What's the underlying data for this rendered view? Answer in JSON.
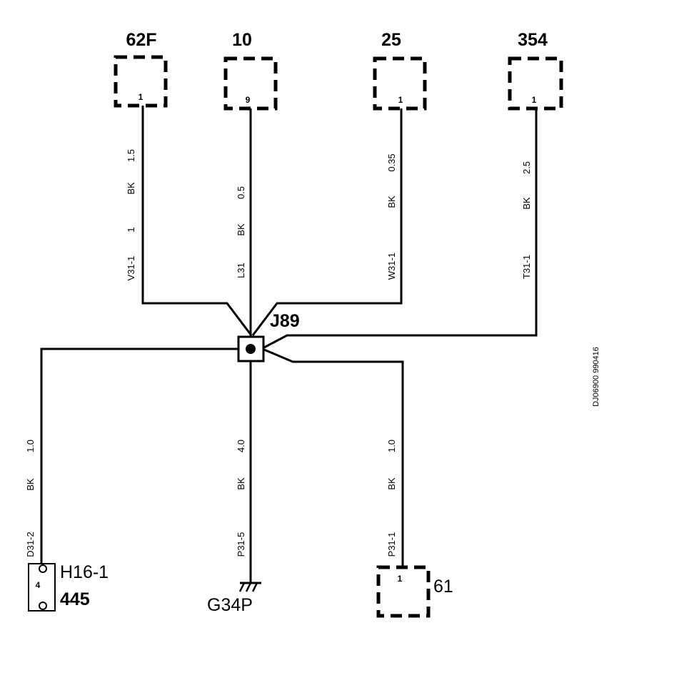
{
  "connectors": {
    "c62f": {
      "id": "62F",
      "pin": "1"
    },
    "c10": {
      "id": "10",
      "pin": "9"
    },
    "c25": {
      "id": "25",
      "pin": "1"
    },
    "c354": {
      "id": "354",
      "pin": "1"
    },
    "c61": {
      "id": "61",
      "pin": "1"
    },
    "h16": {
      "id": "H16-1",
      "sub": "445",
      "pin": "4"
    }
  },
  "splice": {
    "id": "J89"
  },
  "ground": {
    "id": "G34P"
  },
  "wires": {
    "w62f": {
      "circuit": "V31-1",
      "num": "1",
      "color": "BK",
      "size": "1.5"
    },
    "w10": {
      "circuit": "L31",
      "color": "BK",
      "size": "0.5"
    },
    "w25": {
      "circuit": "W31-1",
      "color": "BK",
      "size": "0.35"
    },
    "w354": {
      "circuit": "T31-1",
      "color": "BK",
      "size": "2.5"
    },
    "wh16": {
      "circuit": "D31-2",
      "color": "BK",
      "size": "1.0"
    },
    "wg34": {
      "circuit": "P31-5",
      "color": "BK",
      "size": "4.0"
    },
    "w61": {
      "circuit": "P31-1",
      "color": "BK",
      "size": "1.0"
    }
  },
  "ref": "DJ06900 990416"
}
